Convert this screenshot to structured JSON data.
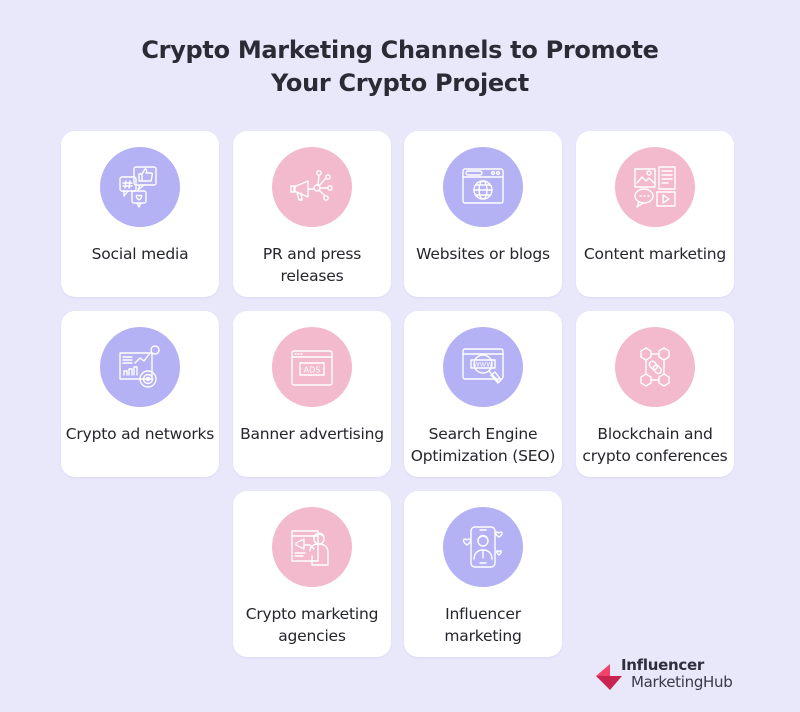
{
  "title": {
    "line1": "Crypto Marketing Channels to Promote",
    "line2": "Your Crypto Project"
  },
  "colors": {
    "background": "#e9e8fb",
    "card": "#ffffff",
    "purple_circle": "#b4b1f4",
    "pink_circle": "#f3b9cc",
    "text": "#26252d",
    "brand_accent": "#e8385f"
  },
  "channels": [
    {
      "label": "Social media",
      "icon": "social-media-icon",
      "color": "purple"
    },
    {
      "label": "PR and press\nreleases",
      "icon": "megaphone-network-icon",
      "color": "pink"
    },
    {
      "label": "Websites or blogs",
      "icon": "browser-globe-icon",
      "color": "purple"
    },
    {
      "label": "Content marketing",
      "icon": "content-collage-icon",
      "color": "pink"
    },
    {
      "label": "Crypto ad networks",
      "icon": "analytics-dashboard-icon",
      "color": "purple"
    },
    {
      "label": "Banner advertising",
      "icon": "ads-banner-icon",
      "color": "pink"
    },
    {
      "label": "Search Engine\nOptimization (SEO)",
      "icon": "www-magnifier-icon",
      "color": "purple"
    },
    {
      "label": "Blockchain and\ncrypto conferences",
      "icon": "blockchain-link-icon",
      "color": "pink"
    },
    {
      "label": "Crypto marketing\nagencies",
      "icon": "presenter-megaphone-icon",
      "color": "pink"
    },
    {
      "label": "Influencer\nmarketing",
      "icon": "phone-influencer-icon",
      "color": "purple"
    }
  ],
  "logo": {
    "line1": "Influencer",
    "line2": "MarketingHub"
  }
}
